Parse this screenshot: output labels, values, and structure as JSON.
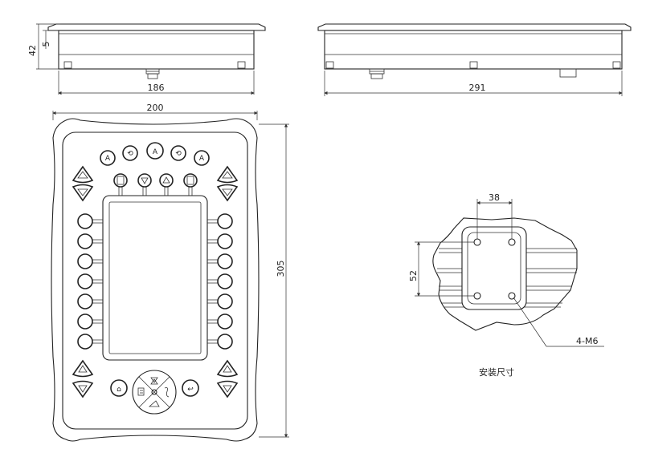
{
  "dimensions": {
    "side_height_total": "42",
    "side_flange": "5",
    "side_width": "186",
    "top_width": "291",
    "front_width": "200",
    "front_height": "305",
    "mount_horizontal": "38",
    "mount_vertical": "52",
    "mount_holes": "4-M6"
  },
  "caption": "安装尺寸",
  "button_glyphs": {
    "auto": "A",
    "cycle": "⟲",
    "home": "⌂",
    "back": "↩"
  }
}
